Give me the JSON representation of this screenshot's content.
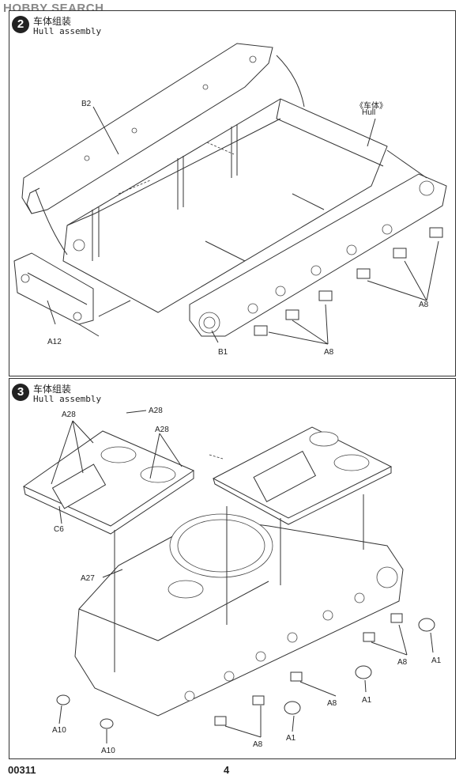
{
  "watermark": "HOBBY SEARCH",
  "footer": {
    "code": "00311",
    "page": "4"
  },
  "step2": {
    "number": "2",
    "title_cn": "车体组装",
    "title_en": "Hull assembly",
    "labels": {
      "b2": "B2",
      "hull_cn": "《车体》",
      "hull_en": "Hull",
      "a12": "A12",
      "b1": "B1",
      "a8_left": "A8",
      "a8_right": "A8"
    }
  },
  "step3": {
    "number": "3",
    "title_cn": "车体组装",
    "title_en": "Hull assembly",
    "labels": {
      "a28_top": "A28",
      "a28_left": "A28",
      "a28_mid": "A28",
      "c6": "C6",
      "a27": "A27",
      "a1_right": "A1",
      "a1_mid": "A1",
      "a1_low": "A1",
      "a8_r1": "A8",
      "a8_r2": "A8",
      "a8_low": "A8",
      "a10_left": "A10",
      "a10_low": "A10"
    }
  }
}
